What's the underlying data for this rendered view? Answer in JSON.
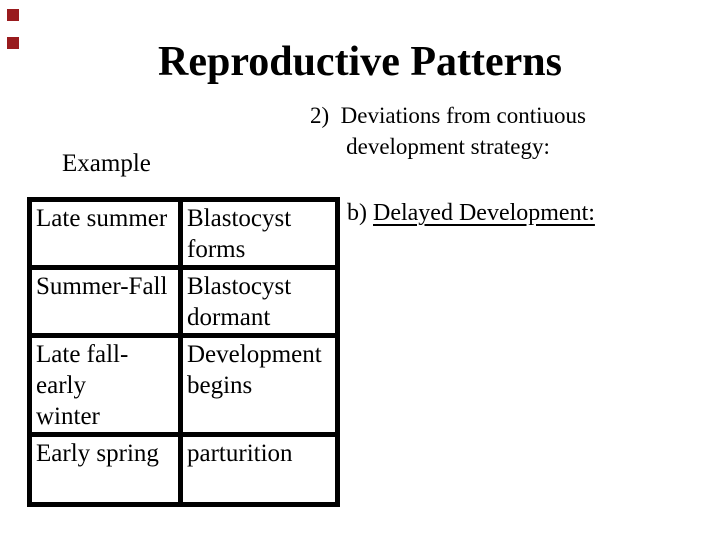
{
  "slide": {
    "title": "Reproductive Patterns",
    "point2": {
      "lines": [
        "2)  Deviations from contiuous",
        "development strategy:"
      ]
    },
    "example_label": "Example",
    "pointb": {
      "prefix": "b) ",
      "underlined": "Delayed Development:"
    },
    "table": {
      "rows": [
        {
          "season": "Late summer",
          "event": "Blastocyst\nforms"
        },
        {
          "season": "Summer-Fall",
          "event": "Blastocyst\ndormant"
        },
        {
          "season": "Late fall-early\nwinter",
          "event": "Development\nbegins"
        },
        {
          "season": "Early spring",
          "event": "parturition"
        }
      ]
    },
    "colors": {
      "background": "#ffffff",
      "text": "#000000",
      "table_border": "#000000",
      "accent_square": "#991b1e"
    }
  }
}
